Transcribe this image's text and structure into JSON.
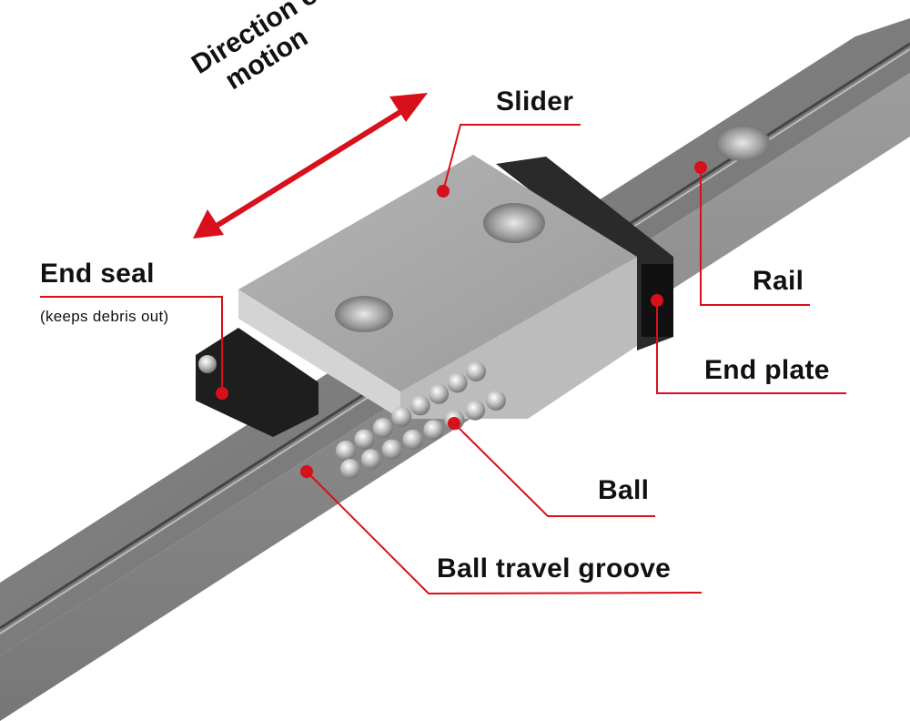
{
  "diagram": {
    "title": "Linear guide components",
    "accent_color": "#d7101c",
    "motion_label": {
      "line1": "Direction of",
      "line2": "motion"
    },
    "labels": {
      "slider": "Slider",
      "rail": "Rail",
      "end_plate": "End plate",
      "end_seal": "End seal",
      "end_seal_note": "(keeps debris out)",
      "ball": "Ball",
      "ball_groove": "Ball travel groove"
    }
  }
}
